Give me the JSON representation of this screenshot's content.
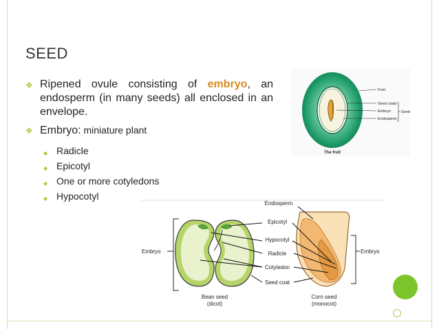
{
  "slide": {
    "title": "SEED",
    "bullets": [
      {
        "text_before": "Ripened ovule consisting of ",
        "highlight": "embryo",
        "text_after": ",  an endosperm (in many seeds) all enclosed in an envelope."
      },
      {
        "label": "Embryo:",
        "detail": " miniature plant"
      }
    ],
    "sub_bullets": [
      "Radicle",
      "Epicotyl",
      "One or more cotyledons",
      "Hypocotyl"
    ]
  },
  "fruit_figure": {
    "caption": "The fruit",
    "labels": {
      "fruit": "Fruit",
      "seed_coats": "Seed coats",
      "embryo": "Embryo",
      "endosperm": "Endosperm",
      "seed": "Seed"
    }
  },
  "seed_figure": {
    "labels": {
      "endosperm": "Endosperm",
      "epicotyl": "Epicotyl",
      "hypocotyl": "Hypocotyl",
      "radicle": "Radicle",
      "cotyledon": "Cotyledon",
      "seed_coat": "Seed coat",
      "embryo_left": "Embryo",
      "embryo_right": "Embryo"
    },
    "bean_caption_1": "Bean seed",
    "bean_caption_2": "(dicot)",
    "corn_caption_1": "Corn seed",
    "corn_caption_2": "(monocot)"
  },
  "colors": {
    "accent_highlight": "#d98a1e",
    "bullet": "#b4c93a",
    "decor_circle": "#7cc52c"
  }
}
